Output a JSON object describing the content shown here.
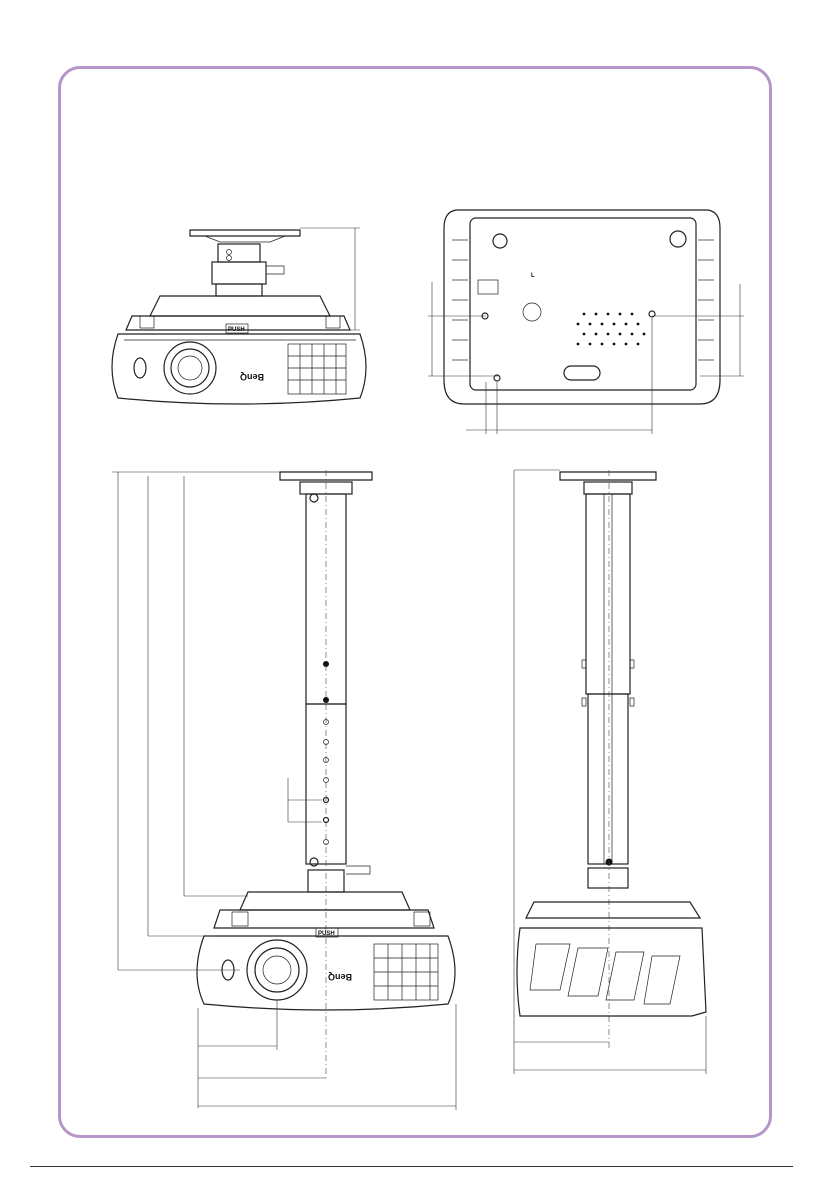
{
  "diagram": {
    "push_label": "PUSH",
    "brand_label": "BenQ",
    "corner_mark": "L"
  },
  "colors": {
    "frame": "#b496c8",
    "line": "#222222"
  }
}
